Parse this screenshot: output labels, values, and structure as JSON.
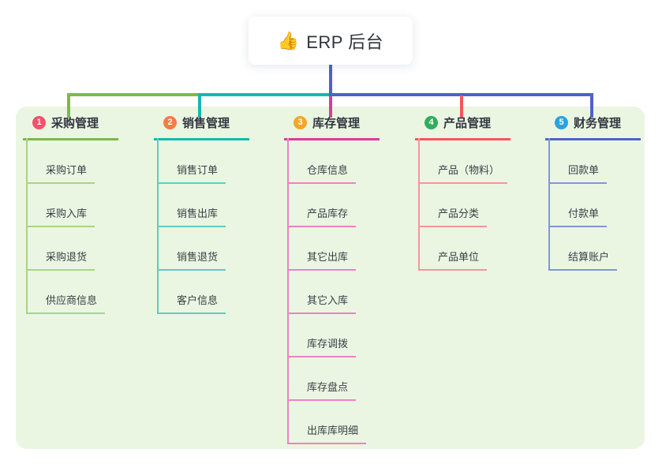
{
  "root": {
    "icon": "👍",
    "icon_name": "thumbs-up-icon",
    "title": "ERP 后台",
    "stem_color": "#4c63c8"
  },
  "panel_color": "#eaf6e2",
  "branches": [
    {
      "number": "1",
      "title": "采购管理",
      "badge_color": "#f2526b",
      "line_color": "#7cba45",
      "item_line_color": "#a9d57f",
      "items": [
        "采购订单",
        "采购入库",
        "采购退货",
        "供应商信息"
      ]
    },
    {
      "number": "2",
      "title": "销售管理",
      "badge_color": "#f67d45",
      "line_color": "#14b8b0",
      "item_line_color": "#5fccc5",
      "items": [
        "销售订单",
        "销售出库",
        "销售退货",
        "客户信息"
      ]
    },
    {
      "number": "3",
      "title": "库存管理",
      "badge_color": "#f7a624",
      "line_color": "#da3a9e",
      "item_line_color": "#ee82c4",
      "items": [
        "仓库信息",
        "产品库存",
        "其它出库",
        "其它入库",
        "库存调拨",
        "库存盘点",
        "出库库明细"
      ]
    },
    {
      "number": "4",
      "title": "产品管理",
      "badge_color": "#2fae5d",
      "line_color": "#f4565f",
      "item_line_color": "#f7959c",
      "items": [
        "产品（物料）",
        "产品分类",
        "产品单位"
      ]
    },
    {
      "number": "5",
      "title": "财务管理",
      "badge_color": "#2ba2de",
      "line_color": "#4c63c8",
      "item_line_color": "#8494d6",
      "items": [
        "回款单",
        "付款单",
        "结算账户"
      ]
    }
  ]
}
